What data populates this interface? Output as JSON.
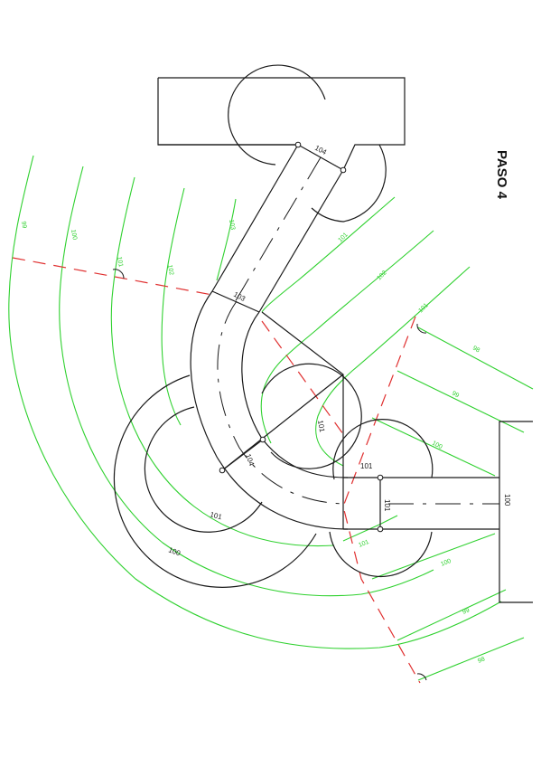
{
  "title": "PASO 4",
  "colors": {
    "outline": "#1a1a1a",
    "contours": "#2fd12f",
    "section_lines": "#e03030"
  },
  "black_labels": {
    "top_road": "104",
    "ramp_mid": "103",
    "ramp_low": "104",
    "inner_circle": "101",
    "outer_circle": "100",
    "junction_left": "101",
    "junction_top": "101",
    "junction_mid": "101",
    "bottom_road": "100"
  },
  "contour_labels": {
    "l99": "99",
    "l100": "100",
    "l101": "101",
    "l102": "102",
    "l103": "103",
    "r101a": "101",
    "r102": "102",
    "r101b": "101",
    "r98a": "98",
    "r99a": "99",
    "r100a": "100",
    "b101": "101",
    "b100": "100",
    "b99": "99",
    "b98": "98"
  }
}
